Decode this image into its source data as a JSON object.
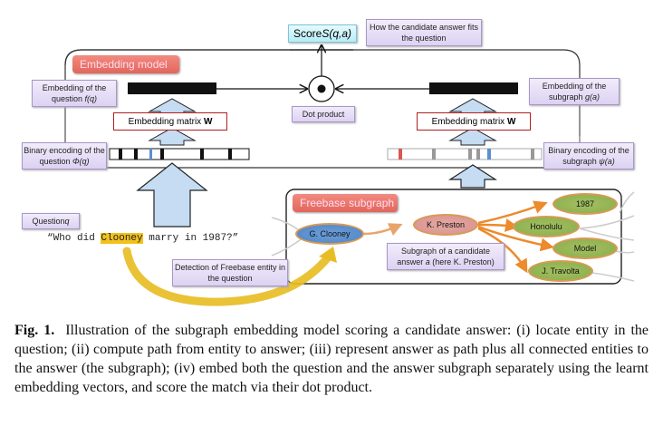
{
  "figure": {
    "embedding_model_label": "Embedding model",
    "score_label": "Score ",
    "score_formula": "S(q,a)",
    "score_note": "How the candidate answer fits the question",
    "dot_product_label": "Dot product",
    "embedding_matrix_label": "Embedding matrix ",
    "embedding_matrix_symbol": "W",
    "question_embedding_label": "Embedding of the question ",
    "question_embedding_symbol": "f(q)",
    "subgraph_embedding_label": "Embedding of the subgraph ",
    "subgraph_embedding_symbol": "g(a)",
    "question_binary_label": "Binary encoding of the question ",
    "question_binary_symbol": "Φ(q)",
    "subgraph_binary_label": "Binary encoding of the subgraph ",
    "subgraph_binary_symbol": "ψ(a)",
    "question_tag": "Question ",
    "question_tag_symbol": "q",
    "question_text_before": "“Who did ",
    "question_text_entity": "Clooney",
    "question_text_after": " marry in 1987?”",
    "detection_label": "Detection of Freebase entity in the question",
    "freebase_label": "Freebase subgraph",
    "subgraph_note_before": "Subgraph of a candidate answer ",
    "subgraph_note_symbol": "a",
    "subgraph_note_after": " (here K. Preston)",
    "nodes": {
      "source": "G. Clooney",
      "answer": "K. Preston",
      "n1": "1987",
      "n2": "Honolulu",
      "n3": "Model",
      "n4": "J. Travolta"
    },
    "colors": {
      "red_tag": "#e2665c",
      "label_purple": "#ddd2f2",
      "score_cyan": "#b8ecf6",
      "node_green": "#8aad4a",
      "node_pink": "#d8918c",
      "node_blue": "#4f84c6",
      "edge_orange": "#ec8a2c",
      "highlight_yellow": "#f2c21b",
      "arrow_blue": "#c5dcf2"
    }
  },
  "caption": {
    "label": "Fig. 1.",
    "text": "Illustration of the subgraph embedding model scoring a candidate answer: (i) locate entity in the question; (ii) compute path from entity to answer; (iii) represent answer as path plus all connected entities to the answer (the subgraph); (iv) embed both the question and the answer subgraph separately using the learnt embedding vectors, and score the match via their dot product."
  }
}
